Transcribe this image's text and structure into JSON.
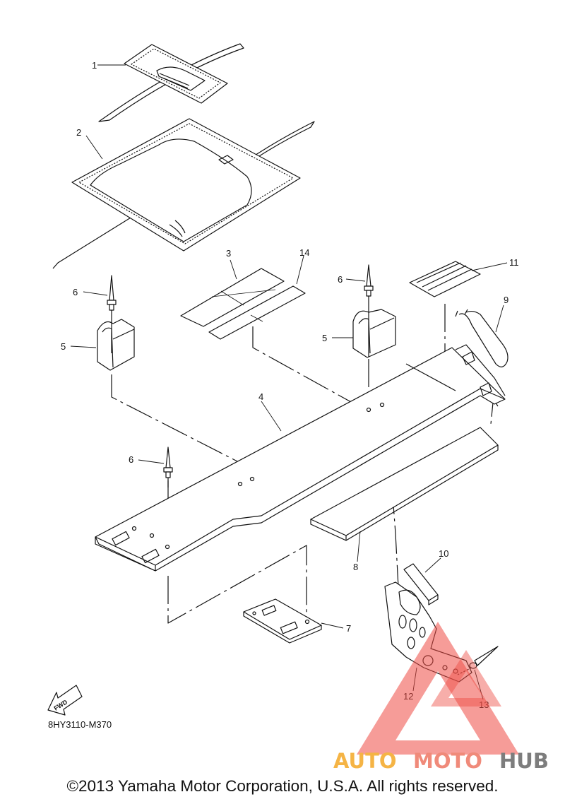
{
  "diagram": {
    "code": "8HY3110-M370",
    "fwd_label": "FWD",
    "parts": [
      {
        "num": "1"
      },
      {
        "num": "2"
      },
      {
        "num": "3"
      },
      {
        "num": "14"
      },
      {
        "num": "6"
      },
      {
        "num": "5"
      },
      {
        "num": "6"
      },
      {
        "num": "5"
      },
      {
        "num": "11"
      },
      {
        "num": "9"
      },
      {
        "num": "4"
      },
      {
        "num": "6"
      },
      {
        "num": "8"
      },
      {
        "num": "10"
      },
      {
        "num": "7"
      },
      {
        "num": "12"
      },
      {
        "num": "13"
      }
    ]
  },
  "watermark": {
    "part1": "AUTO",
    "part2": "MOTO",
    "part3": "HUB",
    "colors": {
      "auto": "#f5b445",
      "moto": "#f08a7a",
      "hub": "#7d7d7d",
      "triangle": "#ee4b43"
    }
  },
  "copyright": "©2013 Yamaha Motor Corporation, U.S.A. All rights reserved."
}
